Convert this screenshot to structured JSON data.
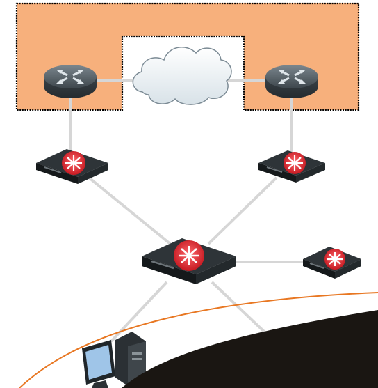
{
  "diagram": {
    "kind": "network-topology",
    "colors": {
      "zone_fill": "#f7b07c",
      "zone_border": "#000000",
      "link": "#d6d6d6",
      "router_body": "#4f5a61",
      "switch_body": "#1f2326",
      "switch_emblem": "#e8292f",
      "cloud_fill": "#eef3f6",
      "cloud_stroke": "#7c8b95",
      "curve": "#e87722",
      "dark_region": "#1a1612"
    },
    "nodes": [
      {
        "id": "router-left",
        "type": "router-icon"
      },
      {
        "id": "cloud-wan",
        "type": "cloud-icon"
      },
      {
        "id": "router-right",
        "type": "router-icon"
      },
      {
        "id": "switch-left",
        "type": "switch-icon"
      },
      {
        "id": "switch-right",
        "type": "switch-icon"
      },
      {
        "id": "switch-core",
        "type": "switch-icon"
      },
      {
        "id": "switch-access",
        "type": "switch-icon"
      },
      {
        "id": "workstation",
        "type": "computer-icon"
      },
      {
        "id": "server",
        "type": "server-icon"
      }
    ],
    "links": [
      [
        "router-left",
        "cloud-wan"
      ],
      [
        "cloud-wan",
        "router-right"
      ],
      [
        "router-left",
        "switch-left"
      ],
      [
        "router-right",
        "switch-right"
      ],
      [
        "switch-left",
        "switch-core"
      ],
      [
        "switch-right",
        "switch-core"
      ],
      [
        "switch-core",
        "switch-access"
      ],
      [
        "switch-core",
        "workstation"
      ],
      [
        "switch-core",
        "server"
      ]
    ]
  }
}
